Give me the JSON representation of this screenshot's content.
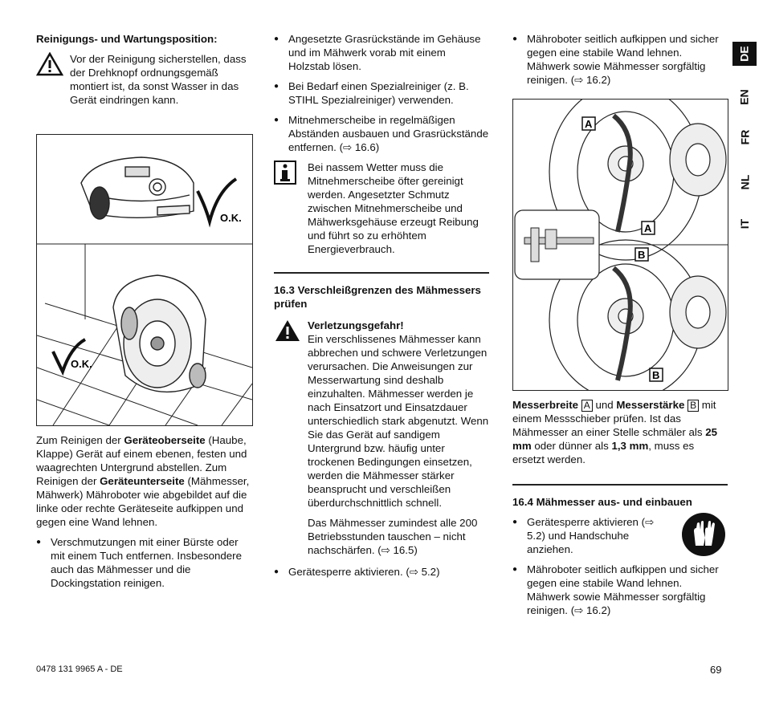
{
  "col1": {
    "heading": "Reinigungs- und Wartungsposition:",
    "warning": "Vor der Reinigung sicherstellen, dass der Drehknopf ordnungsgemäß montiert ist, da sonst Wasser in das Gerät eindringen kann.",
    "fig_label_top": "O.K.",
    "fig_label_bottom": "O.K.",
    "para_1": "Zum Reinigen der ",
    "para_1_b": "Geräteoberseite",
    "para_2": " (Haube, Klappe) Gerät auf einem ebenen, festen und waagrechten Untergrund abstellen. Zum Reinigen der ",
    "para_2_b": "Geräteunterseite",
    "para_3": " (Mähmesser, Mähwerk) Mähroboter wie abgebildet auf die linke oder rechte Geräteseite aufkippen und gegen eine Wand lehnen.",
    "bullet": "Verschmutzungen mit einer Bürste oder mit einem Tuch entfernen. Insbesondere auch das Mähmesser und die Dockingstation reinigen."
  },
  "col2": {
    "bullets": [
      "Angesetzte Grasrückstände im Gehäuse und im Mähwerk vorab mit einem Holzstab lösen.",
      "Bei Bedarf einen Spezialreiniger (z. B. STIHL Spezialreiniger) verwenden.",
      "Mitnehmerscheibe in regelmäßigen Abständen ausbauen und Grasrückstände entfernen. (⇨ 16.6)"
    ],
    "info": "Bei nassem Wetter muss die Mitnehmerscheibe öfter gereinigt werden. Angesetzter Schmutz zwischen Mitnehmerscheibe und Mähwerksgehäuse erzeugt Reibung und führt so zu erhöhtem Energieverbrauch.",
    "section_title": "16.3 Verschleißgrenzen des Mähmessers prüfen",
    "danger_title": "Verletzungsgefahr!",
    "danger_text": "Ein verschlissenes Mähmesser kann abbrechen und schwere Verletzungen verursachen. Die Anweisungen zur Messerwartung sind deshalb einzuhalten. Mähmesser werden je nach Einsatzort und Einsatzdauer unterschiedlich stark abgenutzt. Wenn Sie das Gerät auf sandigem Untergrund bzw. häufig unter trockenen Bedingungen einsetzen, werden die Mähmesser stärker beansprucht und verschleißen überdurchschnittlich schnell.",
    "danger_text_2": "Das Mähmesser zumindest alle 200 Betriebsstunden tauschen – nicht nachschärfen. (⇨ 16.5)",
    "last_bullet": "Gerätesperre aktivieren. (⇨ 5.2)"
  },
  "col3": {
    "bullet_top": "Mähroboter seitlich aufkippen und sicher gegen eine stabile Wand lehnen. Mähwerk sowie Mähmesser sorgfältig reinigen. (⇨ 16.2)",
    "fig_labels": [
      "A",
      "A",
      "B",
      "B"
    ],
    "caption_b1": "Messerbreite",
    "caption_box_a": "A",
    "caption_und": " und ",
    "caption_b2": "Messerstärke",
    "caption_box_b": "B",
    "caption_rest": " mit einem Messschieber prüfen. Ist das Mähmesser an einer Stelle schmäler als ",
    "caption_b3": "25 mm",
    "caption_mid": " oder dünner als ",
    "caption_b4": "1,3 mm",
    "caption_end": ", muss es ersetzt werden.",
    "section_title": "16.4 Mähmesser aus- und einbauen",
    "bullet_1": "Gerätesperre aktivieren (⇨ 5.2) und Handschuhe anziehen.",
    "bullet_2": "Mähroboter seitlich aufkippen und sicher gegen eine stabile Wand lehnen. Mähwerk sowie Mähmesser sorgfältig reinigen. (⇨ 16.2)"
  },
  "tabs": [
    "DE",
    "EN",
    "FR",
    "NL",
    "IT"
  ],
  "footer": {
    "code": "0478 131 9965 A - DE",
    "page": "69"
  }
}
